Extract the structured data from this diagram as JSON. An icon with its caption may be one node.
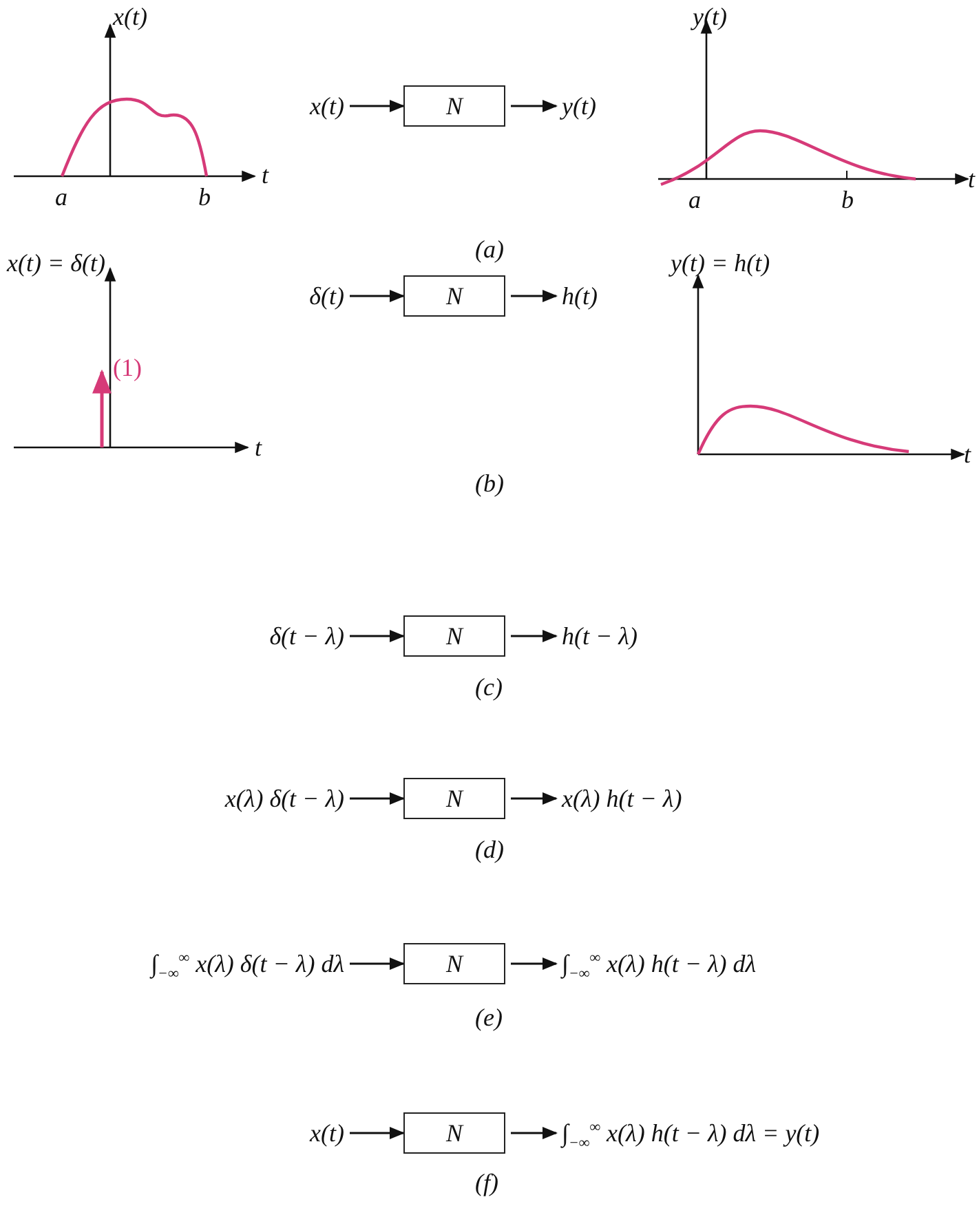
{
  "diagram": {
    "nodes": [
      {
        "text": [
          "x(t)"
        ]
      },
      {
        "text": [
          "N"
        ]
      },
      {
        "text": [
          "y(t)"
        ]
      },
      {
        "text": [
          "δ(t)"
        ]
      },
      {
        "text": [
          "N"
        ]
      },
      {
        "text": [
          "h(t)"
        ]
      },
      {
        "text": [
          "δ(t − λ)"
        ]
      },
      {
        "text": [
          "N"
        ]
      },
      {
        "text": [
          "h(t − λ)"
        ]
      },
      {
        "text": [
          "x(λ) δ(t − λ)"
        ]
      },
      {
        "text": [
          "N"
        ]
      },
      {
        "text": [
          "x(λ) h(t − λ)"
        ]
      },
      {
        "text": [
          "∫$_{−∞}$$^{∞}$ x(λ) δ(t − λ) dλ"
        ]
      },
      {
        "text": [
          "N"
        ]
      },
      {
        "text": [
          "∫$_{−∞}$$^{∞}$ x(λ) h(t − λ) dλ"
        ]
      },
      {
        "text": [
          "x(t)"
        ]
      },
      {
        "text": [
          "N"
        ]
      },
      {
        "text": [
          "∫$_{−∞}$$^{∞}$ x(λ) h(t − λ) dλ = y(t)"
        ]
      }
    ],
    "edges": [
      {
        "from": 0,
        "to": 1,
        "arrow": "to"
      },
      {
        "from": 1,
        "to": 2,
        "arrow": "to"
      },
      {
        "from": 3,
        "to": 4,
        "arrow": "to"
      },
      {
        "from": 4,
        "to": 5,
        "arrow": "to"
      },
      {
        "from": 6,
        "to": 7,
        "arrow": "to"
      },
      {
        "from": 7,
        "to": 8,
        "arrow": "to"
      },
      {
        "from": 9,
        "to": 10,
        "arrow": "to"
      },
      {
        "from": 10,
        "to": 11,
        "arrow": "to"
      },
      {
        "from": 12,
        "to": 13,
        "arrow": "to"
      },
      {
        "from": 13,
        "to": 14,
        "arrow": "to"
      },
      {
        "from": 15,
        "to": 16,
        "arrow": "to"
      },
      {
        "from": 16,
        "to": 17,
        "arrow": "to"
      }
    ],
    "labels": [
      "x(t)",
      "y(t)",
      "t",
      "a",
      "b",
      "t",
      "a",
      "b",
      "(a)",
      "x(t) = δ(t)",
      "(1)",
      "t",
      "y(t) = h(t)",
      "t",
      "(b)",
      "(c)",
      "(d)",
      "(e)",
      "(f)"
    ]
  }
}
